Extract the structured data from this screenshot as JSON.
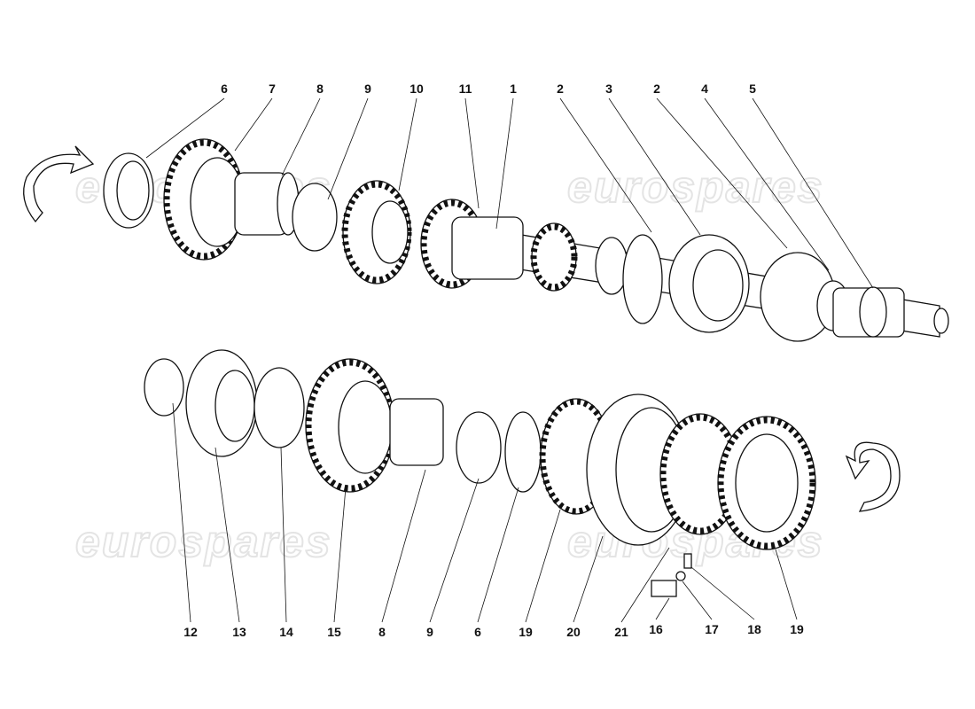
{
  "watermark": "eurospares",
  "top_labels": [
    "6",
    "7",
    "8",
    "9",
    "10",
    "11",
    "1",
    "2",
    "3",
    "2",
    "4",
    "5"
  ],
  "bottom_labels": [
    "12",
    "13",
    "14",
    "15",
    "8",
    "9",
    "6",
    "19",
    "20",
    "21",
    "16",
    "17",
    "18",
    "19"
  ],
  "colors": {
    "line": "#111111",
    "watermark": "#e4e4e4",
    "background": "#ffffff"
  }
}
